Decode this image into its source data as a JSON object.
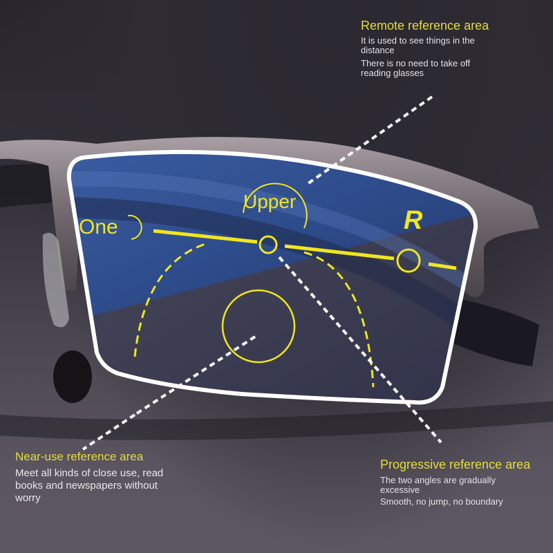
{
  "diagram": {
    "subject": "progressive multifocal reading glasses lens",
    "lens_labels": {
      "left": "One",
      "top": "Upper",
      "right": "R"
    },
    "callouts": {
      "remote": {
        "title": "Remote reference area",
        "lines": [
          "It is used to see things in the distance",
          "There is no need to take off reading glasses"
        ]
      },
      "near": {
        "title": "Near-use reference area",
        "lines": [
          "Meet all kinds of close use, read books and newspapers without worry"
        ]
      },
      "progressive": {
        "title": "Progressive reference area",
        "lines": [
          "The two angles are gradually excessive",
          "Smooth, no jump, no boundary"
        ]
      }
    },
    "colors": {
      "accent_yellow": "#f0e61e",
      "title_yellow": "#e6dc3a",
      "lens_blue": "#2f4f8c",
      "frame_metal": "#8a8088",
      "background": "#3a3640",
      "text_white": "#e4e2e6"
    }
  }
}
